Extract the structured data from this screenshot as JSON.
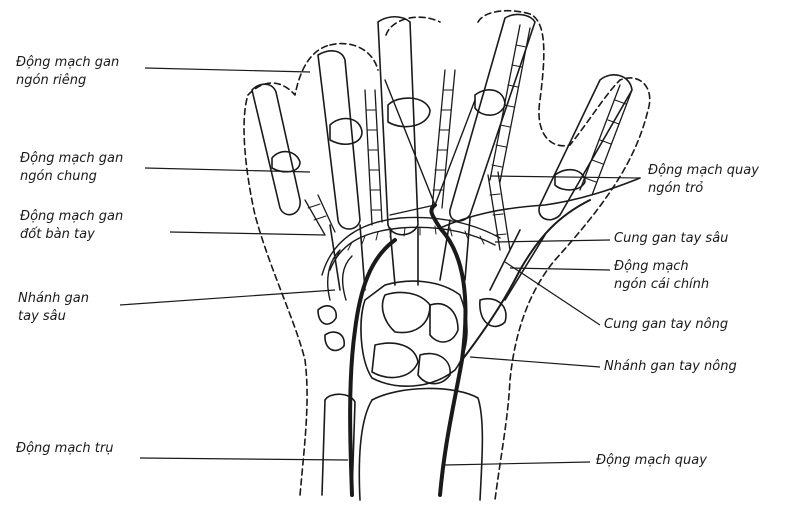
{
  "diagram": {
    "labels_left": {
      "dm_gan_ngon_rieng": [
        "Động mạch gan",
        "ngón riêng"
      ],
      "dm_gan_ngon_chung": [
        "Động mạch gan",
        "ngón chung"
      ],
      "dm_gan_dot_ban_tay": [
        "Động mạch gan",
        "đốt bàn tay"
      ],
      "nhanh_gan_tay_sau": [
        "Nhánh gan",
        "tay sâu"
      ],
      "dm_tru": "Động mạch trụ"
    },
    "labels_right": {
      "dm_quay_ngon_tro": [
        "Động mạch quay",
        "ngón trỏ"
      ],
      "cung_gan_tay_sau": "Cung gan tay sâu",
      "dm_ngon_cai_chinh": [
        "Động mạch",
        "ngón cái chính"
      ],
      "cung_gan_tay_nong": "Cung gan tay nông",
      "nhanh_gan_tay_nong": "Nhánh gan tay nông",
      "dm_quay": "Động mạch quay"
    },
    "colors": {
      "ink": "#1a1a1a",
      "background": "#ffffff"
    }
  }
}
